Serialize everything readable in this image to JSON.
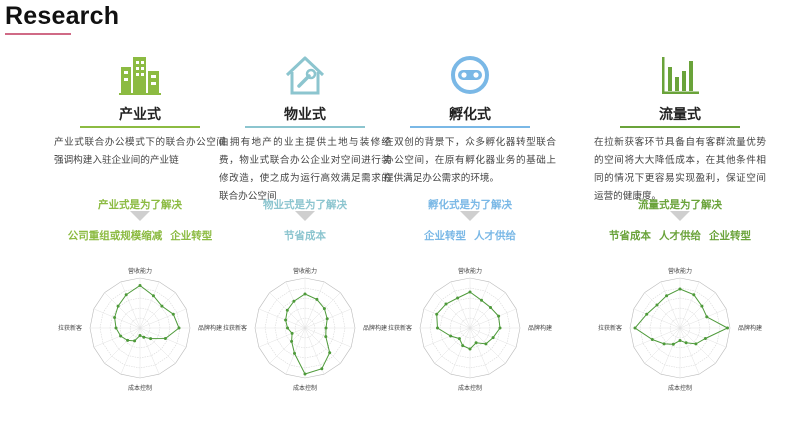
{
  "header": {
    "title": "Research"
  },
  "radar_axes": {
    "top": "营收能力",
    "right": "品牌构建",
    "bottom": "成本控制",
    "left": "拉获新客"
  },
  "columns": [
    {
      "icon": "buildings-icon",
      "title": "产业式",
      "accent": "#8cbb42",
      "description": "产业式联合办公模式下的联合办公空间强调构建入驻企业间的产业链",
      "subtitle": "产业式是为了解决",
      "tags": [
        "公司重组或规模缩减",
        "企业转型"
      ],
      "radar": [
        0.85,
        0.7,
        0.62,
        0.72,
        0.78,
        0.55,
        0.3,
        0.2,
        0.15,
        0.28,
        0.35,
        0.42,
        0.48,
        0.55,
        0.62,
        0.72
      ]
    },
    {
      "icon": "house-wrench-icon",
      "title": "物业式",
      "accent": "#8cc5cf",
      "description": "由拥有地产的业主提供土地与装修经费，物业式联合办公企业对空间进行装修改造，使之成为运行高效满足需求的联合办公空间",
      "subtitle": "物业式是为了解决",
      "tags": [
        "节省成本"
      ],
      "radar": [
        0.68,
        0.62,
        0.55,
        0.48,
        0.42,
        0.45,
        0.7,
        0.88,
        0.92,
        0.55,
        0.38,
        0.28,
        0.35,
        0.42,
        0.5,
        0.58
      ]
    },
    {
      "icon": "incubator-icon",
      "title": "孵化式",
      "accent": "#7ab8e6",
      "description": "在双创的背景下，众多孵化器转型联合办公空间，在原有孵化器业务的基础上提供满足办公需求的环境。",
      "subtitle": "孵化式是为了解决",
      "tags": [
        "企业转型",
        "人才供给"
      ],
      "radar": [
        0.72,
        0.6,
        0.58,
        0.62,
        0.6,
        0.5,
        0.45,
        0.32,
        0.42,
        0.38,
        0.3,
        0.42,
        0.65,
        0.72,
        0.68,
        0.65
      ]
    },
    {
      "icon": "bar-chart-icon",
      "title": "流量式",
      "accent": "#6aa33a",
      "description": "在拉新获客环节具备自有客群流量优势的空间将大大降低成本，在其他条件相同的情况下更容易实现盈利，保证空间运营的健康度。",
      "subtitle": "流量式是为了解决",
      "tags": [
        "节省成本",
        "人才供给",
        "企业转型"
      ],
      "radar": [
        0.78,
        0.72,
        0.62,
        0.58,
        0.95,
        0.55,
        0.45,
        0.32,
        0.25,
        0.35,
        0.45,
        0.6,
        0.9,
        0.72,
        0.65,
        0.7
      ]
    }
  ]
}
